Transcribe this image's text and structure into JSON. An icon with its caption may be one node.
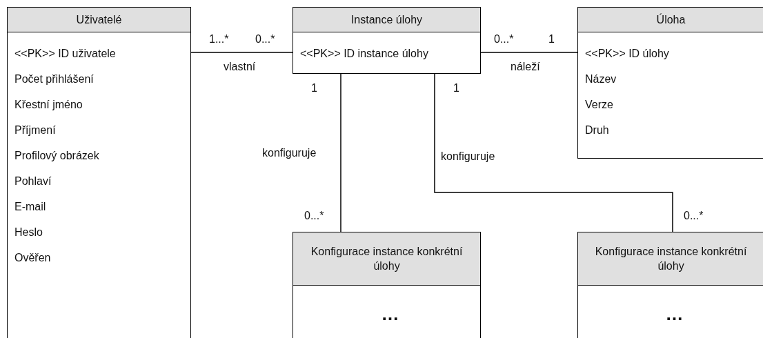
{
  "diagram": {
    "nodes": [
      {
        "text": [
          "Uživatelé",
          "<<PK>> ID uživatele",
          "Počet přihlášení",
          "Křestní jméno",
          "Příjmení",
          "Profilový obrázek",
          "Pohlaví",
          "E-mail",
          "Heslo",
          "Ověřen"
        ]
      },
      {
        "text": [
          "Instance úlohy",
          "<<PK>> ID instance úlohy"
        ]
      },
      {
        "text": [
          "Úloha",
          "<<PK>> ID úlohy",
          "Název",
          "Verze",
          "Druh"
        ]
      },
      {
        "text": [
          "Konfigurace instance konkrétní úlohy",
          "…"
        ]
      },
      {
        "text": [
          "Konfigurace instance konkrétní úlohy",
          "…"
        ]
      }
    ],
    "edges": [
      {
        "from": 0,
        "to": 1,
        "arrow": "none",
        "label": "vlastní"
      },
      {
        "from": 1,
        "to": 2,
        "arrow": "none",
        "label": "náleží"
      },
      {
        "from": 1,
        "to": 3,
        "arrow": "none",
        "label": "konfiguruje"
      },
      {
        "from": 1,
        "to": 4,
        "arrow": "none",
        "label": "konfiguruje"
      }
    ],
    "labels": [
      "1...*",
      "0...*",
      "0...*",
      "1",
      "1",
      "1",
      "0...*",
      "0...*"
    ]
  }
}
